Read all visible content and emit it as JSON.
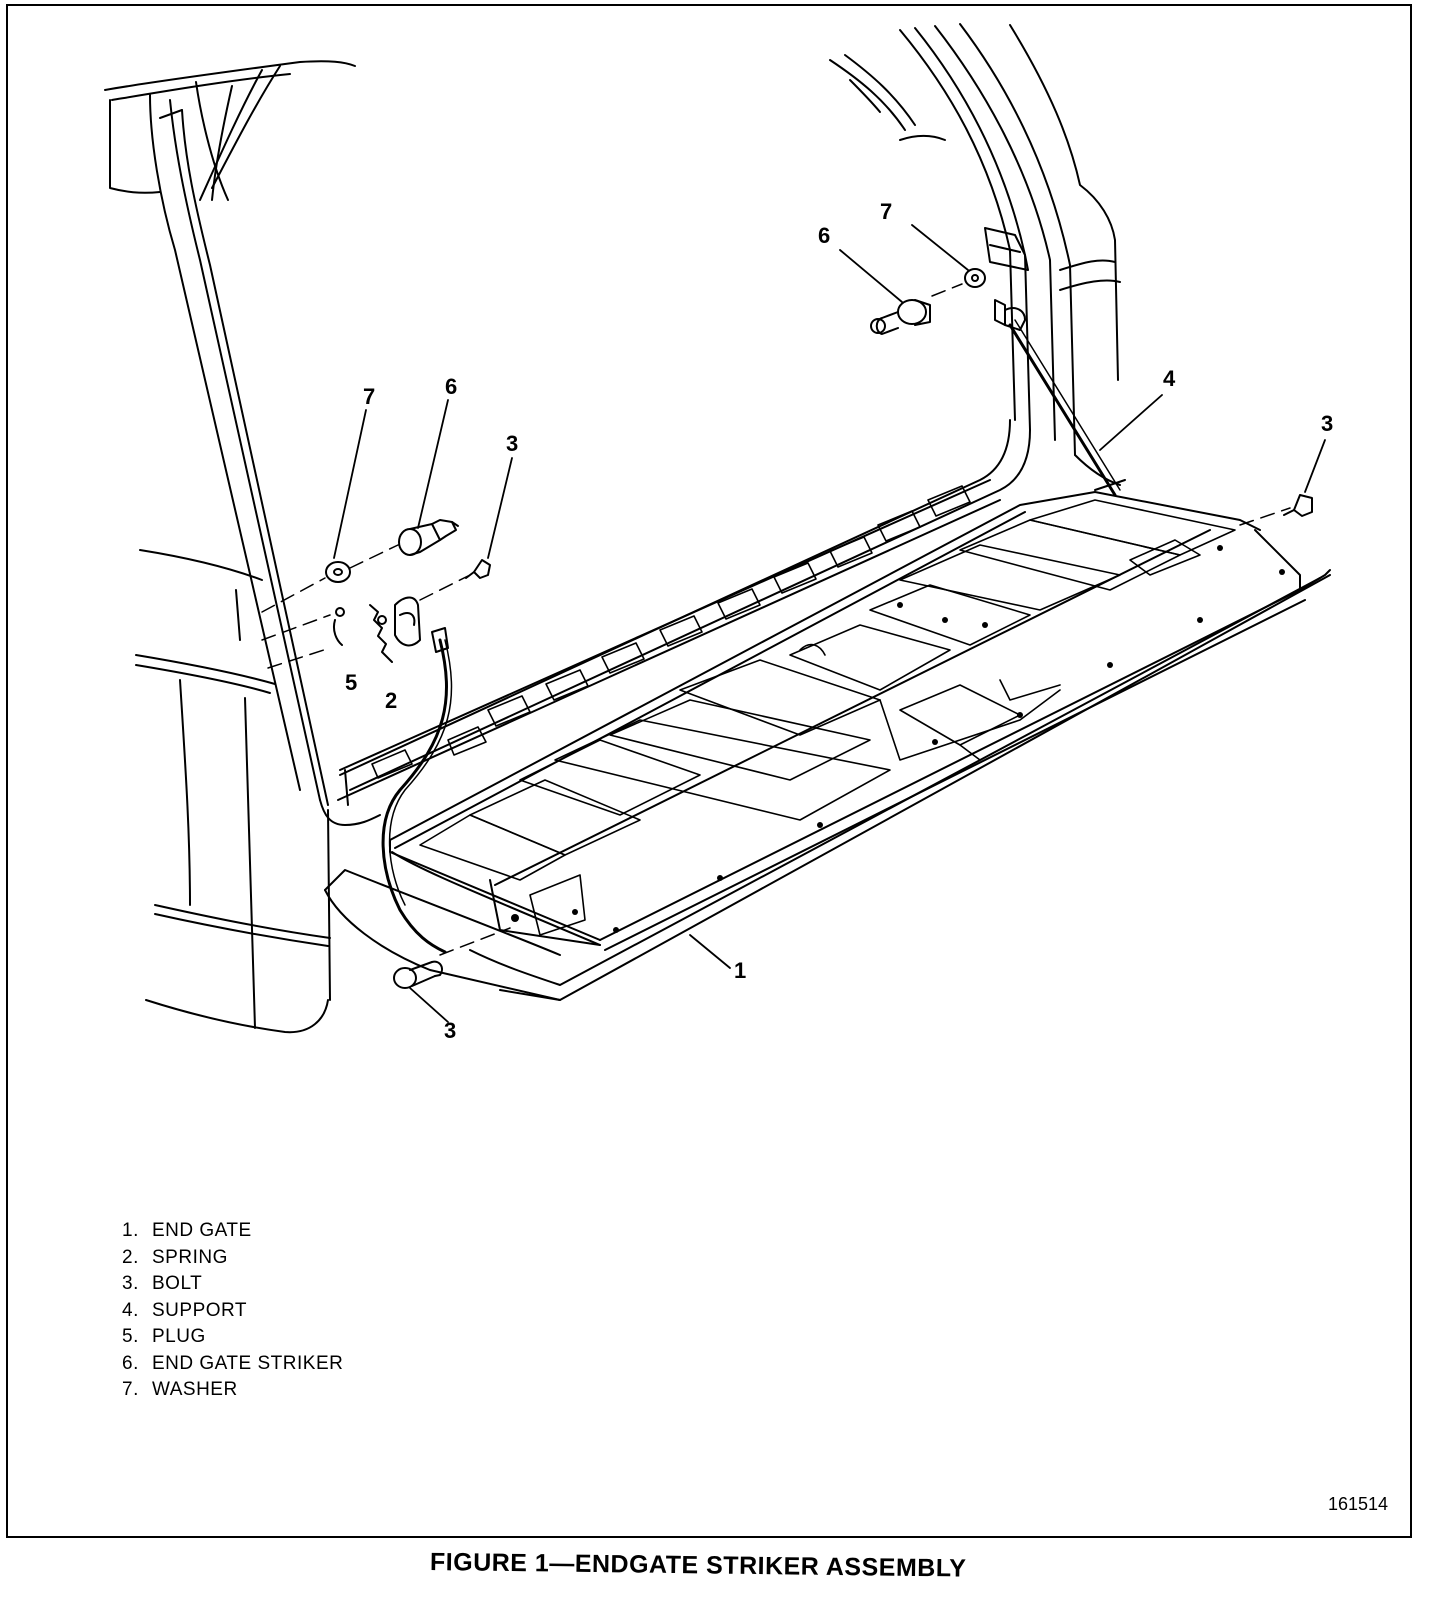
{
  "callouts": {
    "c1": "1",
    "c2": "2",
    "c3_left_top": "3",
    "c3_right": "3",
    "c3_bottom": "3",
    "c4": "4",
    "c5": "5",
    "c6_left": "6",
    "c6_right": "6",
    "c7_left": "7",
    "c7_right": "7"
  },
  "legend": [
    {
      "num": "1.",
      "label": "END GATE"
    },
    {
      "num": "2.",
      "label": "SPRING"
    },
    {
      "num": "3.",
      "label": "BOLT"
    },
    {
      "num": "4.",
      "label": "SUPPORT"
    },
    {
      "num": "5.",
      "label": "PLUG"
    },
    {
      "num": "6.",
      "label": "END GATE STRIKER"
    },
    {
      "num": "7.",
      "label": "WASHER"
    }
  ],
  "figure_number": "161514",
  "caption": "FIGURE 1—ENDGATE STRIKER ASSEMBLY",
  "colors": {
    "ink": "#000000",
    "paper": "#ffffff"
  }
}
